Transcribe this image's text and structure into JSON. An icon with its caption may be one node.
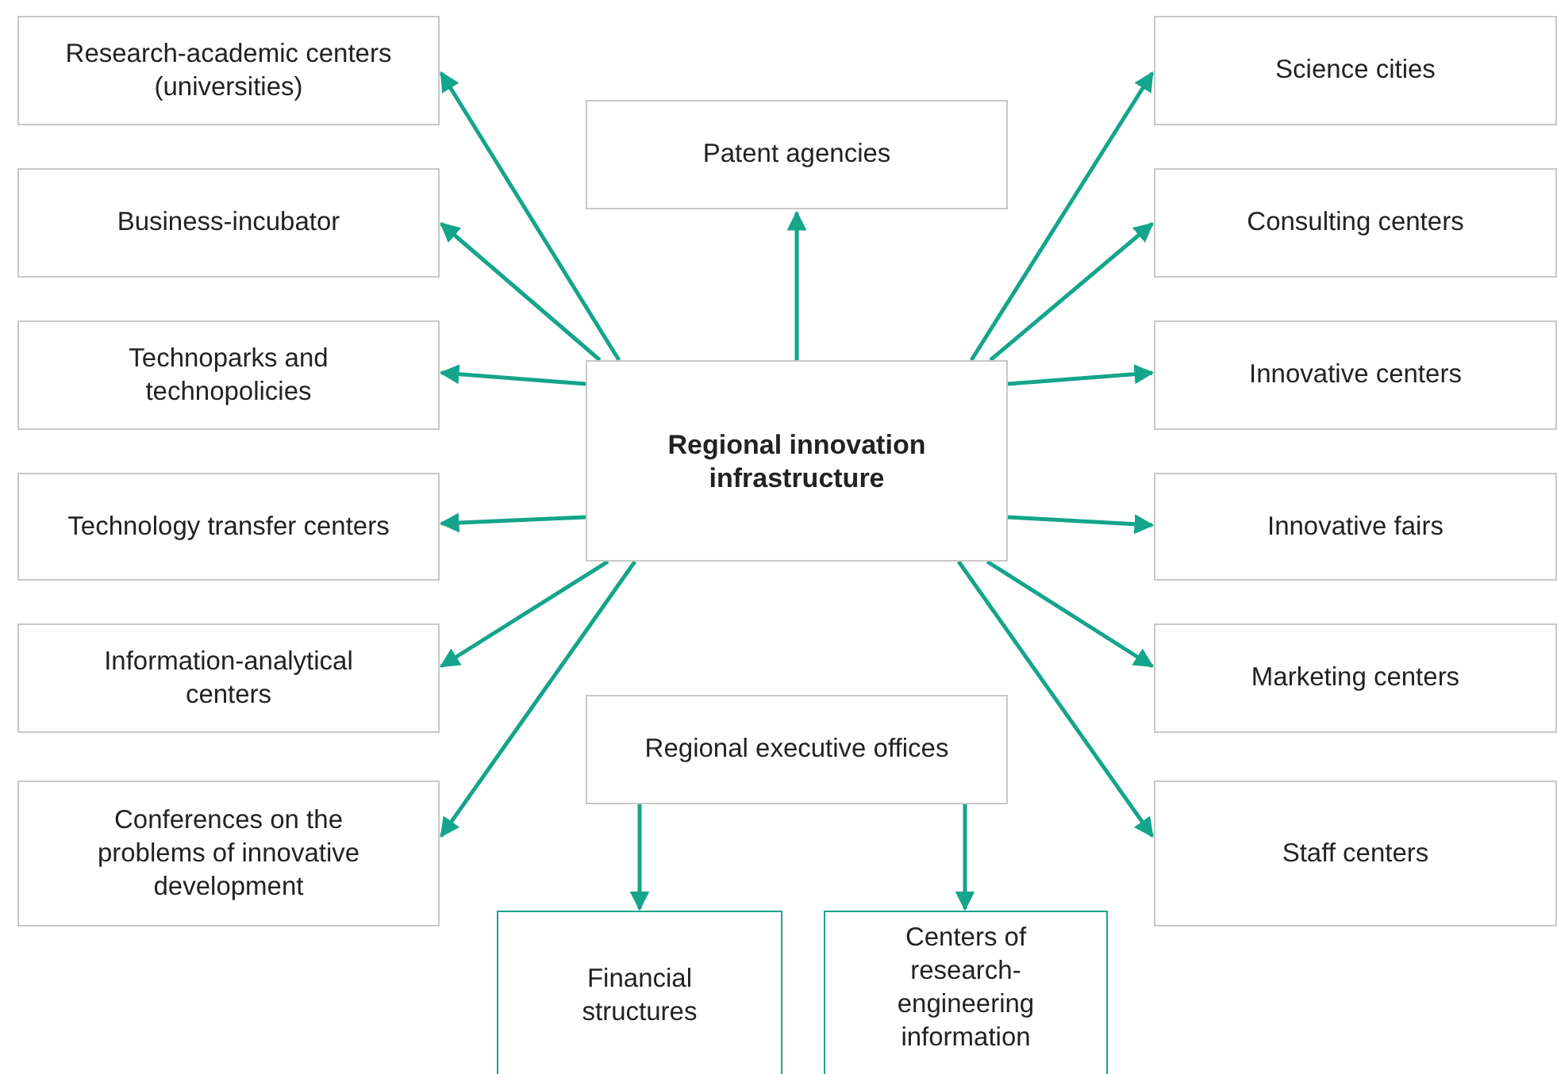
{
  "diagram": {
    "nodes": [
      {
        "text": [
          "Research-academic centers (universities)"
        ]
      },
      {
        "text": [
          "Science cities"
        ]
      },
      {
        "text": [
          "Patent agencies"
        ]
      },
      {
        "text": [
          "Business-incubator"
        ]
      },
      {
        "text": [
          "Consulting centers"
        ]
      },
      {
        "text": [
          "Technoparks and technopolicies"
        ]
      },
      {
        "text": [
          "Regional innovation infrastructure"
        ]
      },
      {
        "text": [
          "Innovative centers"
        ]
      },
      {
        "text": [
          "Technology transfer centers"
        ]
      },
      {
        "text": [
          "Innovative fairs"
        ]
      },
      {
        "text": [
          "Information-analytical centers"
        ]
      },
      {
        "text": [
          "Marketing centers"
        ]
      },
      {
        "text": [
          "Regional executive offices"
        ]
      },
      {
        "text": [
          "Conferences on the problems of innovative development"
        ]
      },
      {
        "text": [
          "Staff centers"
        ]
      },
      {
        "text": [
          "Financial structures"
        ]
      },
      {
        "text": [
          "Centers of research-engineering information"
        ]
      }
    ],
    "edges": [
      {
        "from": 6,
        "to": 0,
        "arrow": "to"
      },
      {
        "from": 6,
        "to": 3,
        "arrow": "to"
      },
      {
        "from": 6,
        "to": 5,
        "arrow": "to"
      },
      {
        "from": 6,
        "to": 8,
        "arrow": "to"
      },
      {
        "from": 6,
        "to": 10,
        "arrow": "to"
      },
      {
        "from": 6,
        "to": 13,
        "arrow": "to"
      },
      {
        "from": 6,
        "to": 2,
        "arrow": "to"
      },
      {
        "from": 6,
        "to": 1,
        "arrow": "to"
      },
      {
        "from": 6,
        "to": 4,
        "arrow": "to"
      },
      {
        "from": 6,
        "to": 7,
        "arrow": "to"
      },
      {
        "from": 6,
        "to": 9,
        "arrow": "to"
      },
      {
        "from": 6,
        "to": 11,
        "arrow": "to"
      },
      {
        "from": 6,
        "to": 14,
        "arrow": "to"
      },
      {
        "from": 12,
        "to": 15,
        "arrow": "to"
      },
      {
        "from": 12,
        "to": 16,
        "arrow": "to"
      }
    ]
  }
}
